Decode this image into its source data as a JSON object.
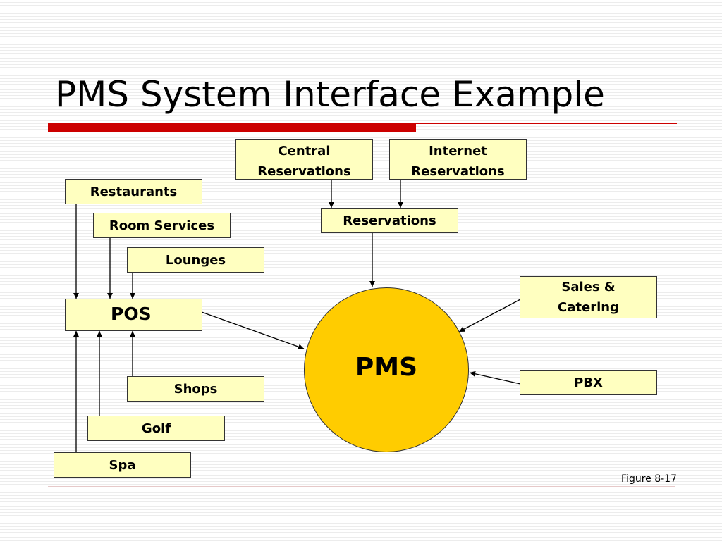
{
  "slide": {
    "title": "PMS System Interface Example",
    "figure_label": "Figure 8-17"
  },
  "diagram": {
    "hub": "PMS",
    "nodes": {
      "central_reservations": "Central\nReservations",
      "internet_reservations": "Internet\nReservations",
      "reservations": "Reservations",
      "restaurants": "Restaurants",
      "room_services": "Room Services",
      "lounges": "Lounges",
      "pos": "POS",
      "shops": "Shops",
      "golf": "Golf",
      "spa": "Spa",
      "sales_catering": "Sales &\nCatering",
      "pbx": "PBX"
    },
    "edges": [
      {
        "from": "central_reservations",
        "to": "reservations"
      },
      {
        "from": "internet_reservations",
        "to": "reservations"
      },
      {
        "from": "reservations",
        "to": "pms"
      },
      {
        "from": "restaurants",
        "to": "pos"
      },
      {
        "from": "room_services",
        "to": "pos"
      },
      {
        "from": "lounges",
        "to": "pos"
      },
      {
        "from": "shops",
        "to": "pos"
      },
      {
        "from": "golf",
        "to": "pos"
      },
      {
        "from": "spa",
        "to": "pos"
      },
      {
        "from": "pos",
        "to": "pms"
      },
      {
        "from": "sales_catering",
        "to": "pms"
      },
      {
        "from": "pbx",
        "to": "pms"
      }
    ]
  },
  "colors": {
    "box_fill": "#ffffc0",
    "hub_fill": "#ffcc00",
    "accent_red": "#cc0000"
  }
}
